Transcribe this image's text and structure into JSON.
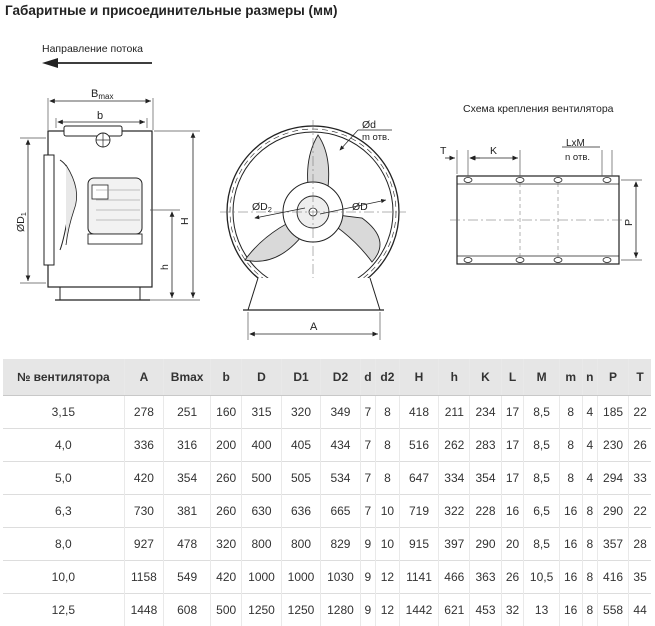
{
  "title": "Габаритные и присоединительные размеры (мм)",
  "drawing": {
    "flow_label": "Направление потока",
    "bmax_label": "B",
    "bmax_sub": "max",
    "b_label": "b",
    "d1_label": "ØD",
    "d1_sub": "1",
    "h_upper": "H",
    "h_lower": "h",
    "d_hole_label": "Ød",
    "m_holes_label": "m отв.",
    "d2_label": "ØD",
    "d2_sub": "2",
    "d_label": "ØD",
    "a_label": "A",
    "mount_title": "Схема крепления вентилятора",
    "t_label": "T",
    "k_label": "K",
    "lxm_label": "LxM",
    "n_holes_label": "n отв.",
    "p_label": "P"
  },
  "table": {
    "headers": [
      "№ вентилятора",
      "A",
      "Bmax",
      "b",
      "D",
      "D1",
      "D2",
      "d",
      "d2",
      "H",
      "h",
      "K",
      "L",
      "M",
      "m",
      "n",
      "P",
      "T"
    ],
    "rows": [
      [
        "3,15",
        "278",
        "251",
        "160",
        "315",
        "320",
        "349",
        "7",
        "8",
        "418",
        "211",
        "234",
        "17",
        "8,5",
        "8",
        "4",
        "185",
        "22"
      ],
      [
        "4,0",
        "336",
        "316",
        "200",
        "400",
        "405",
        "434",
        "7",
        "8",
        "516",
        "262",
        "283",
        "17",
        "8,5",
        "8",
        "4",
        "230",
        "26"
      ],
      [
        "5,0",
        "420",
        "354",
        "260",
        "500",
        "505",
        "534",
        "7",
        "8",
        "647",
        "334",
        "354",
        "17",
        "8,5",
        "8",
        "4",
        "294",
        "33"
      ],
      [
        "6,3",
        "730",
        "381",
        "260",
        "630",
        "636",
        "665",
        "7",
        "10",
        "719",
        "322",
        "228",
        "16",
        "6,5",
        "16",
        "8",
        "290",
        "22"
      ],
      [
        "8,0",
        "927",
        "478",
        "320",
        "800",
        "800",
        "829",
        "9",
        "10",
        "915",
        "397",
        "290",
        "20",
        "8,5",
        "16",
        "8",
        "357",
        "28"
      ],
      [
        "10,0",
        "1158",
        "549",
        "420",
        "1000",
        "1000",
        "1030",
        "9",
        "12",
        "1141",
        "466",
        "363",
        "26",
        "10,5",
        "16",
        "8",
        "416",
        "35"
      ],
      [
        "12,5",
        "1448",
        "608",
        "500",
        "1250",
        "1250",
        "1280",
        "9",
        "12",
        "1442",
        "621",
        "453",
        "32",
        "13",
        "16",
        "8",
        "558",
        "44"
      ]
    ]
  }
}
